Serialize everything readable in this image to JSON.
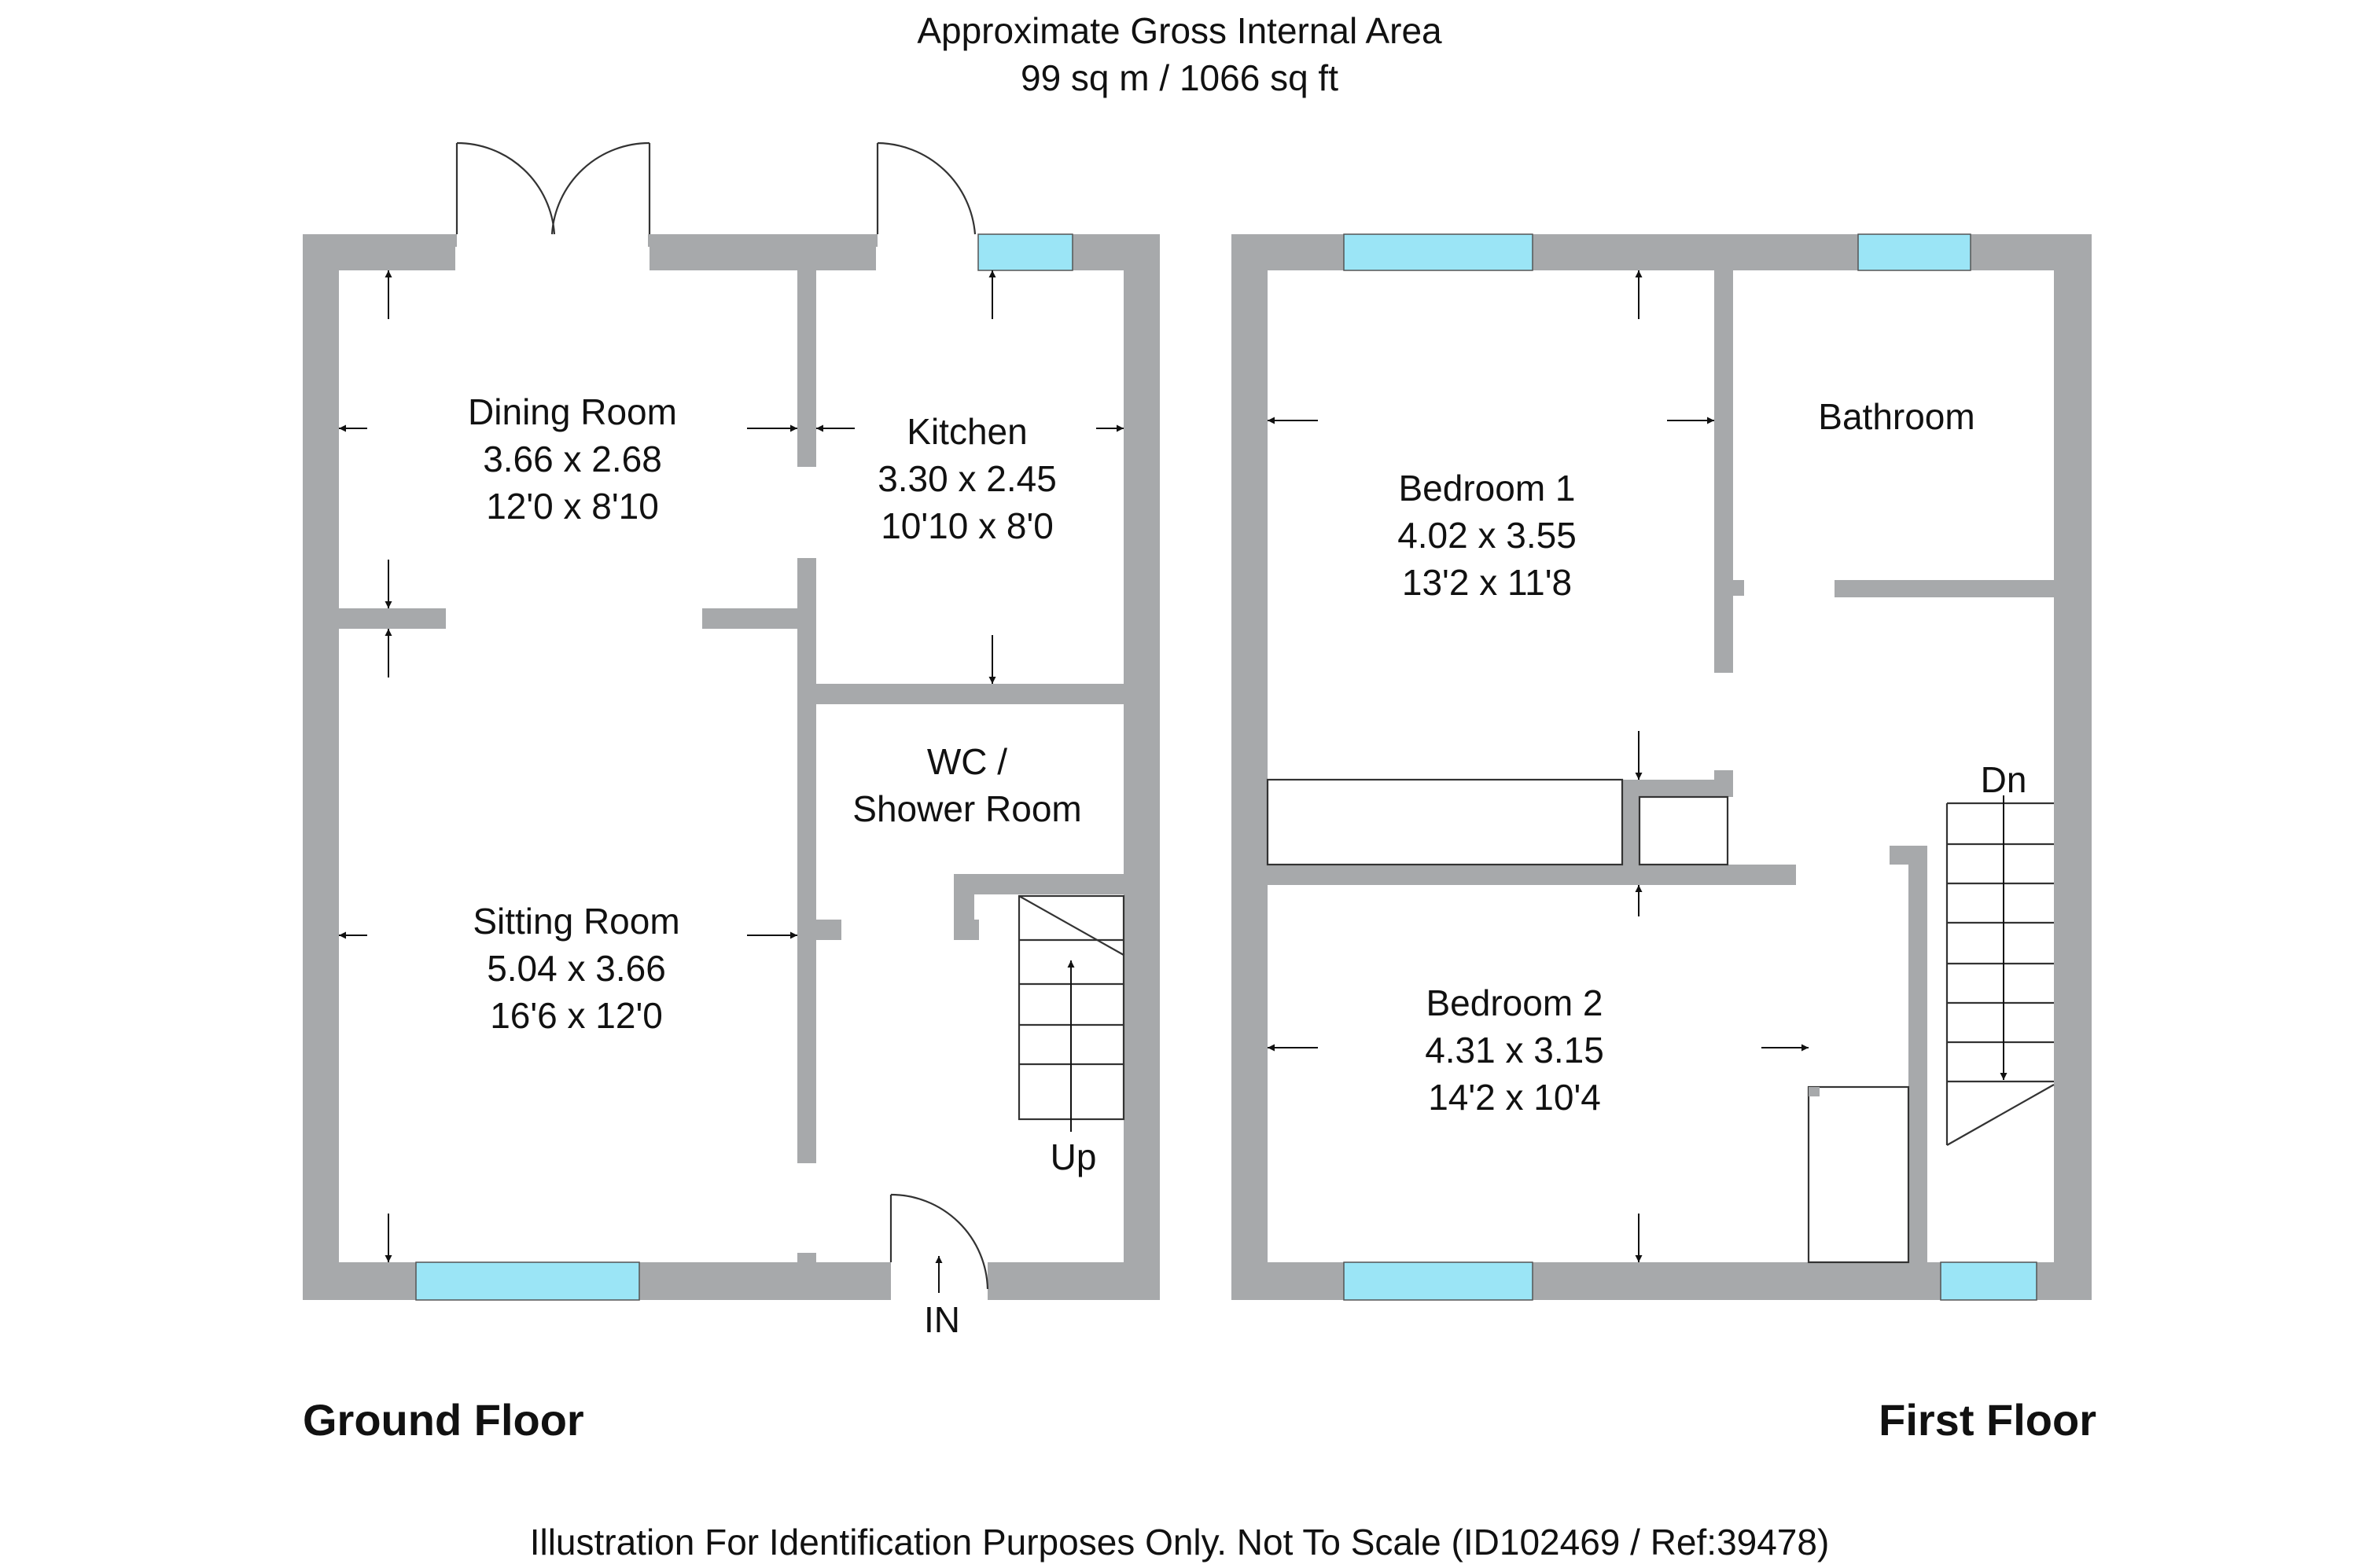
{
  "header": {
    "title": "Approximate Gross Internal Area",
    "area": "99 sq m / 1066 sq ft"
  },
  "ground_floor": {
    "label": "Ground Floor",
    "rooms": [
      {
        "name": "Dining Room",
        "metric": "3.66 x 2.68",
        "imperial": "12'0 x 8'10"
      },
      {
        "name": "Kitchen",
        "metric": "3.30 x 2.45",
        "imperial": "10'10 x 8'0"
      },
      {
        "name": "Sitting Room",
        "metric": "5.04 x 3.66",
        "imperial": "16'6 x 12'0"
      }
    ],
    "wc": {
      "line1": "WC /",
      "line2": "Shower Room"
    },
    "stairs": "Up",
    "entrance": "IN"
  },
  "first_floor": {
    "label": "First Floor",
    "rooms": [
      {
        "name": "Bedroom 1",
        "metric": "4.02 x 3.55",
        "imperial": "13'2 x 11'8"
      },
      {
        "name": "Bedroom 2",
        "metric": "4.31 x 3.15",
        "imperial": "14'2 x 10'4"
      }
    ],
    "bathroom": "Bathroom",
    "stairs": "Dn"
  },
  "footer": {
    "disclaimer": "Illustration For Identification Purposes Only. Not To Scale (ID102469 / Ref:39478)"
  },
  "colors": {
    "wall": "#a7a9ab",
    "window": "#9be5f6"
  }
}
